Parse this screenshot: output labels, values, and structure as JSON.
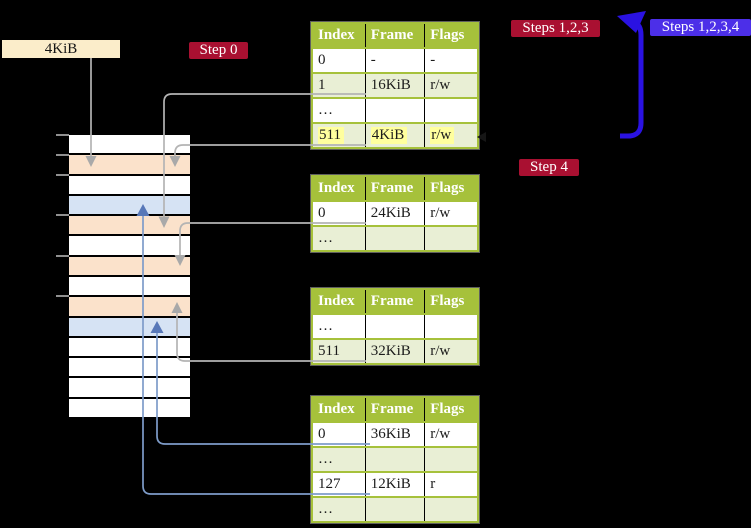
{
  "labels": {
    "page_size": "4KiB",
    "step0": "Step 0",
    "steps123": "Steps 1,2,3",
    "steps1234": "Steps 1,2,3,4",
    "step4": "Step 4"
  },
  "colors": {
    "background": "#000000",
    "badge_red": "#a91031",
    "badge_blue": "#4c2fe8",
    "frame_size_bg": "#fbedca",
    "table_header_bg": "#a6c13b",
    "table_row_shade": "#e9efd5",
    "highlight_yellow": "#ffff9e",
    "connector_gray": "#b4b4b4",
    "connector_gray_head": "#a9a9a9",
    "connector_blue": "#7e9cc9",
    "connector_blue_head": "#5878b8",
    "big_arrow_blue": "#2a12e2",
    "hidden_arrow_tip": "#161616",
    "memory_page_table_row": "#fbe2cb",
    "memory_mapped_row": "#d6e3f4",
    "memory_free_row": "#ffffff",
    "tick_gray": "#909090"
  },
  "page_tables": [
    {
      "headers": [
        "Index",
        "Frame",
        "Flags"
      ],
      "rows": [
        {
          "cells": [
            "0",
            "-",
            "-"
          ],
          "shade": false
        },
        {
          "cells": [
            "1",
            "16KiB",
            "r/w"
          ],
          "shade": true,
          "underline": "gray"
        },
        {
          "cells": [
            "…",
            "",
            ""
          ],
          "shade": false
        },
        {
          "cells": [
            "511",
            "4KiB",
            "r/w"
          ],
          "shade": true,
          "highlight": true,
          "underline": "gray"
        }
      ]
    },
    {
      "headers": [
        "Index",
        "Frame",
        "Flags"
      ],
      "rows": [
        {
          "cells": [
            "0",
            "24KiB",
            "r/w"
          ],
          "shade": false,
          "underline": "gray"
        },
        {
          "cells": [
            "…",
            "",
            ""
          ],
          "shade": true
        }
      ]
    },
    {
      "headers": [
        "Index",
        "Frame",
        "Flags"
      ],
      "rows": [
        {
          "cells": [
            "…",
            "",
            ""
          ],
          "shade": false
        },
        {
          "cells": [
            "511",
            "32KiB",
            "r/w"
          ],
          "shade": true,
          "underline": "gray"
        }
      ]
    },
    {
      "headers": [
        "Index",
        "Frame",
        "Flags"
      ],
      "rows": [
        {
          "cells": [
            "0",
            "36KiB",
            "r/w"
          ],
          "shade": false,
          "underline": "blue"
        },
        {
          "cells": [
            "…",
            "",
            ""
          ],
          "shade": true
        },
        {
          "cells": [
            "127",
            "12KiB",
            "r"
          ],
          "shade": false,
          "underline": "blue"
        },
        {
          "cells": [
            "…",
            "",
            ""
          ],
          "shade": true
        }
      ]
    }
  ],
  "memory_stack": {
    "rows": [
      {
        "kind": "free"
      },
      {
        "kind": "page_table"
      },
      {
        "kind": "free"
      },
      {
        "kind": "mapped_page"
      },
      {
        "kind": "page_table"
      },
      {
        "kind": "free"
      },
      {
        "kind": "page_table"
      },
      {
        "kind": "free"
      },
      {
        "kind": "page_table"
      },
      {
        "kind": "mapped_page"
      },
      {
        "kind": "free"
      },
      {
        "kind": "free"
      },
      {
        "kind": "free"
      },
      {
        "kind": "free"
      }
    ]
  }
}
